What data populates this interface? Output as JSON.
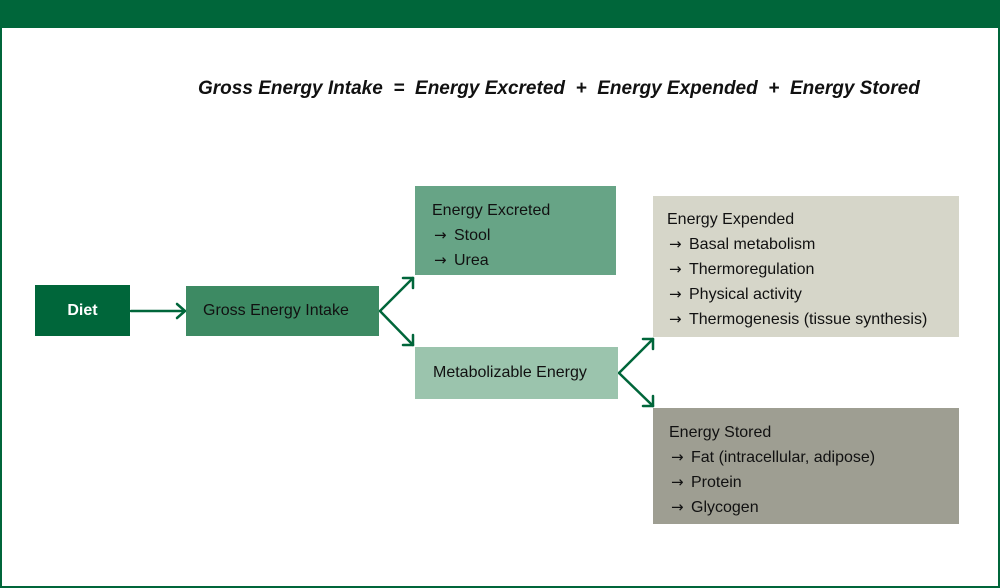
{
  "equation": {
    "gross": "Gross Energy Intake",
    "equals": "=",
    "excreted": "Energy Excreted",
    "plus1": "+",
    "expended": "Energy Expended",
    "plus2": "+",
    "stored": "Energy Stored"
  },
  "diagram": {
    "diet": "Diet",
    "gross_intake": "Gross Energy Intake",
    "excreted": {
      "title": "Energy Excreted",
      "items": [
        "Stool",
        "Urea"
      ]
    },
    "metabolizable": "Metabolizable Energy",
    "expended": {
      "title": "Energy Expended",
      "items": [
        "Basal metabolism",
        "Thermoregulation",
        "Physical activity",
        "Thermogenesis (tissue synthesis)"
      ]
    },
    "stored": {
      "title": "Energy Stored",
      "items": [
        "Fat (intracellular, adipose)",
        "Protein",
        "Glycogen"
      ]
    }
  },
  "colors": {
    "brand_green": "#00663a",
    "box_gross": "#3d8a63",
    "box_excreted": "#67a486",
    "box_metabolizable": "#9bc4ad",
    "box_expended": "#d6d6c9",
    "box_stored": "#9e9e92"
  },
  "icons": {
    "bullet": "right-arrow-icon"
  }
}
